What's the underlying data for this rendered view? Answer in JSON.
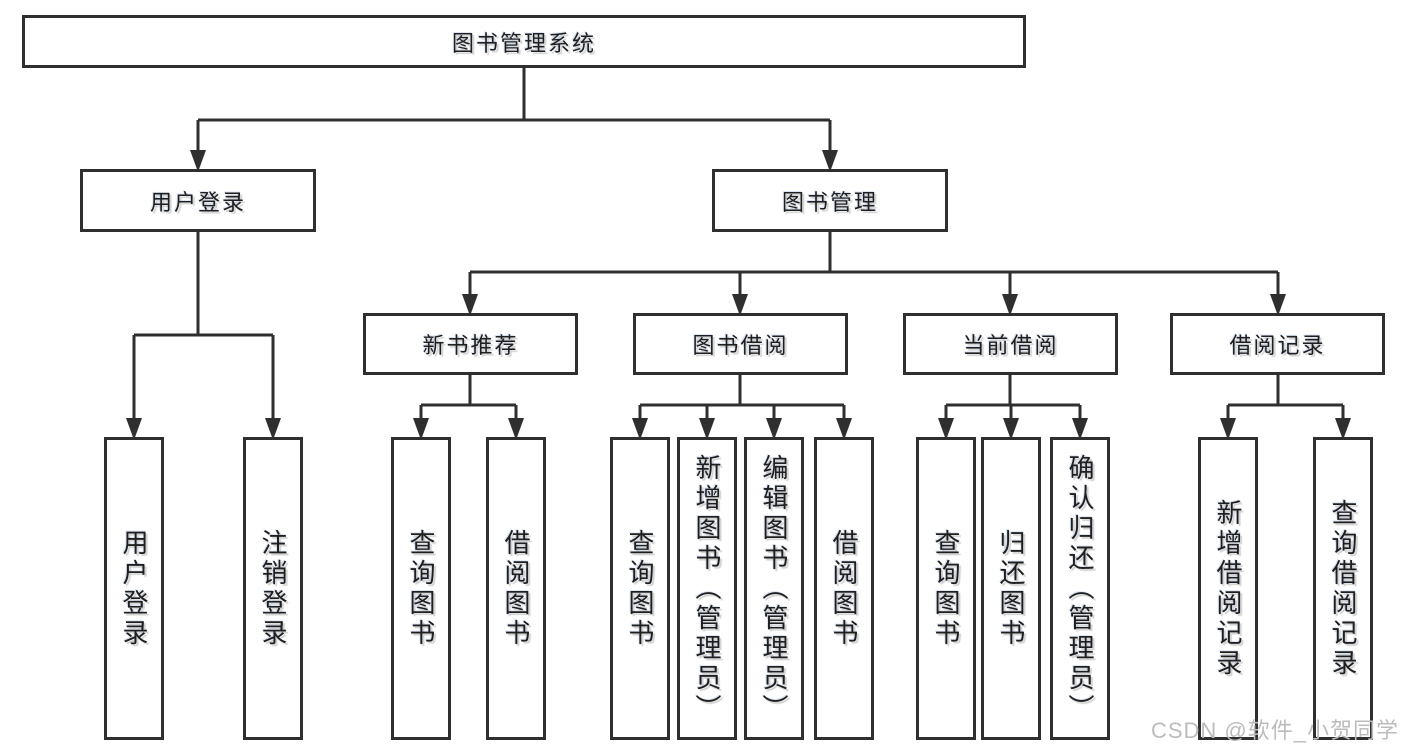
{
  "diagram_type": "hierarchy-tree",
  "tree": {
    "label": "图书管理系统",
    "children": [
      {
        "label": "用户登录",
        "children": [
          {
            "label": "用户登录"
          },
          {
            "label": "注销登录"
          }
        ]
      },
      {
        "label": "图书管理",
        "children": [
          {
            "label": "新书推荐",
            "children": [
              {
                "label": "查询图书"
              },
              {
                "label": "借阅图书"
              }
            ]
          },
          {
            "label": "图书借阅",
            "children": [
              {
                "label": "查询图书"
              },
              {
                "label": "新增图书（管理员）"
              },
              {
                "label": "编辑图书（管理员）"
              },
              {
                "label": "借阅图书"
              }
            ]
          },
          {
            "label": "当前借阅",
            "children": [
              {
                "label": "查询图书"
              },
              {
                "label": "归还图书"
              },
              {
                "label": "确认归还（管理员）"
              }
            ]
          },
          {
            "label": "借阅记录",
            "children": [
              {
                "label": "新增借阅记录"
              },
              {
                "label": "查询借阅记录"
              }
            ]
          }
        ]
      }
    ]
  },
  "watermark": {
    "text": "CSDN @软件_小贺同学"
  },
  "colors": {
    "line": "#2f2f2f",
    "border": "#2f2f2f",
    "text": "#1f1f1f",
    "background": "#ffffff",
    "watermark": "#bcbcbc"
  }
}
